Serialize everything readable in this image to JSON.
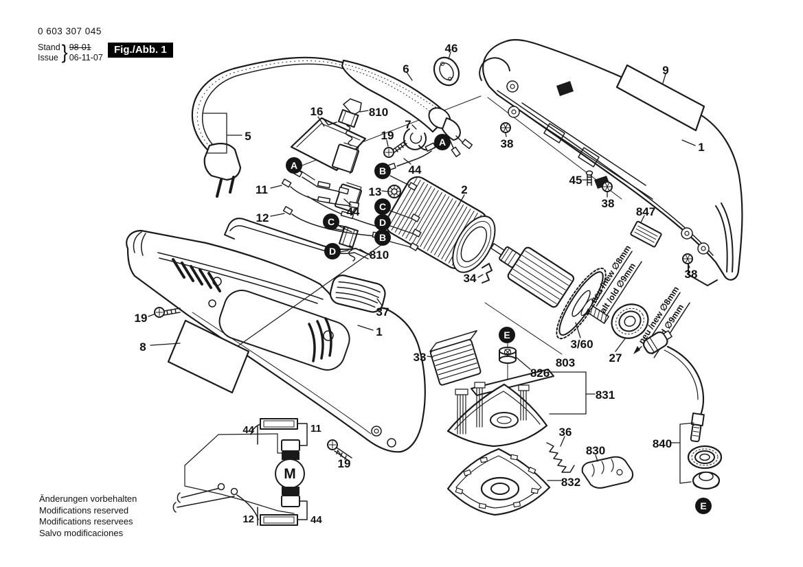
{
  "header": {
    "part_number": "0 603 307 045",
    "stand_label": "Stand",
    "issue_label": "Issue",
    "brace": "}",
    "date_old": "98-01",
    "date_new": "06-11-07",
    "figure_label": "Fig./Abb. 1"
  },
  "notes": {
    "size_new": "neu /new ∅8mm",
    "size_old": "alt /old ∅9mm",
    "motor_symbol": "M"
  },
  "labels": {
    "n46": "46",
    "n6": "6",
    "n9": "9",
    "n1a": "1",
    "n5": "5",
    "n16": "16",
    "n810a": "810",
    "n19a": "19",
    "n7": "7",
    "n38a": "38",
    "n44a": "44",
    "n45": "45",
    "n38b": "38",
    "n847": "847",
    "n2": "2",
    "n11a": "11",
    "n12a": "12",
    "n13": "13",
    "n44b": "44",
    "n810b": "810",
    "n34": "34",
    "n38c": "38",
    "n37": "37",
    "n19b": "19",
    "n8": "8",
    "n1b": "1",
    "n33": "33",
    "n826": "826",
    "n831": "831",
    "n3_60": "3/60",
    "n803": "803",
    "n27": "27",
    "n36": "36",
    "n830": "830",
    "n832": "832",
    "n840": "840",
    "n19c": "19",
    "c44a": "44",
    "c11": "11",
    "c12": "12",
    "c44b": "44"
  },
  "markers": {
    "a": "A",
    "b": "B",
    "c": "C",
    "d": "D",
    "e": "E"
  },
  "footer": {
    "line1": "Änderungen vorbehalten",
    "line2": "Modifications reserved",
    "line3": "Modifications reservees",
    "line4": "Salvo modificaciones"
  }
}
